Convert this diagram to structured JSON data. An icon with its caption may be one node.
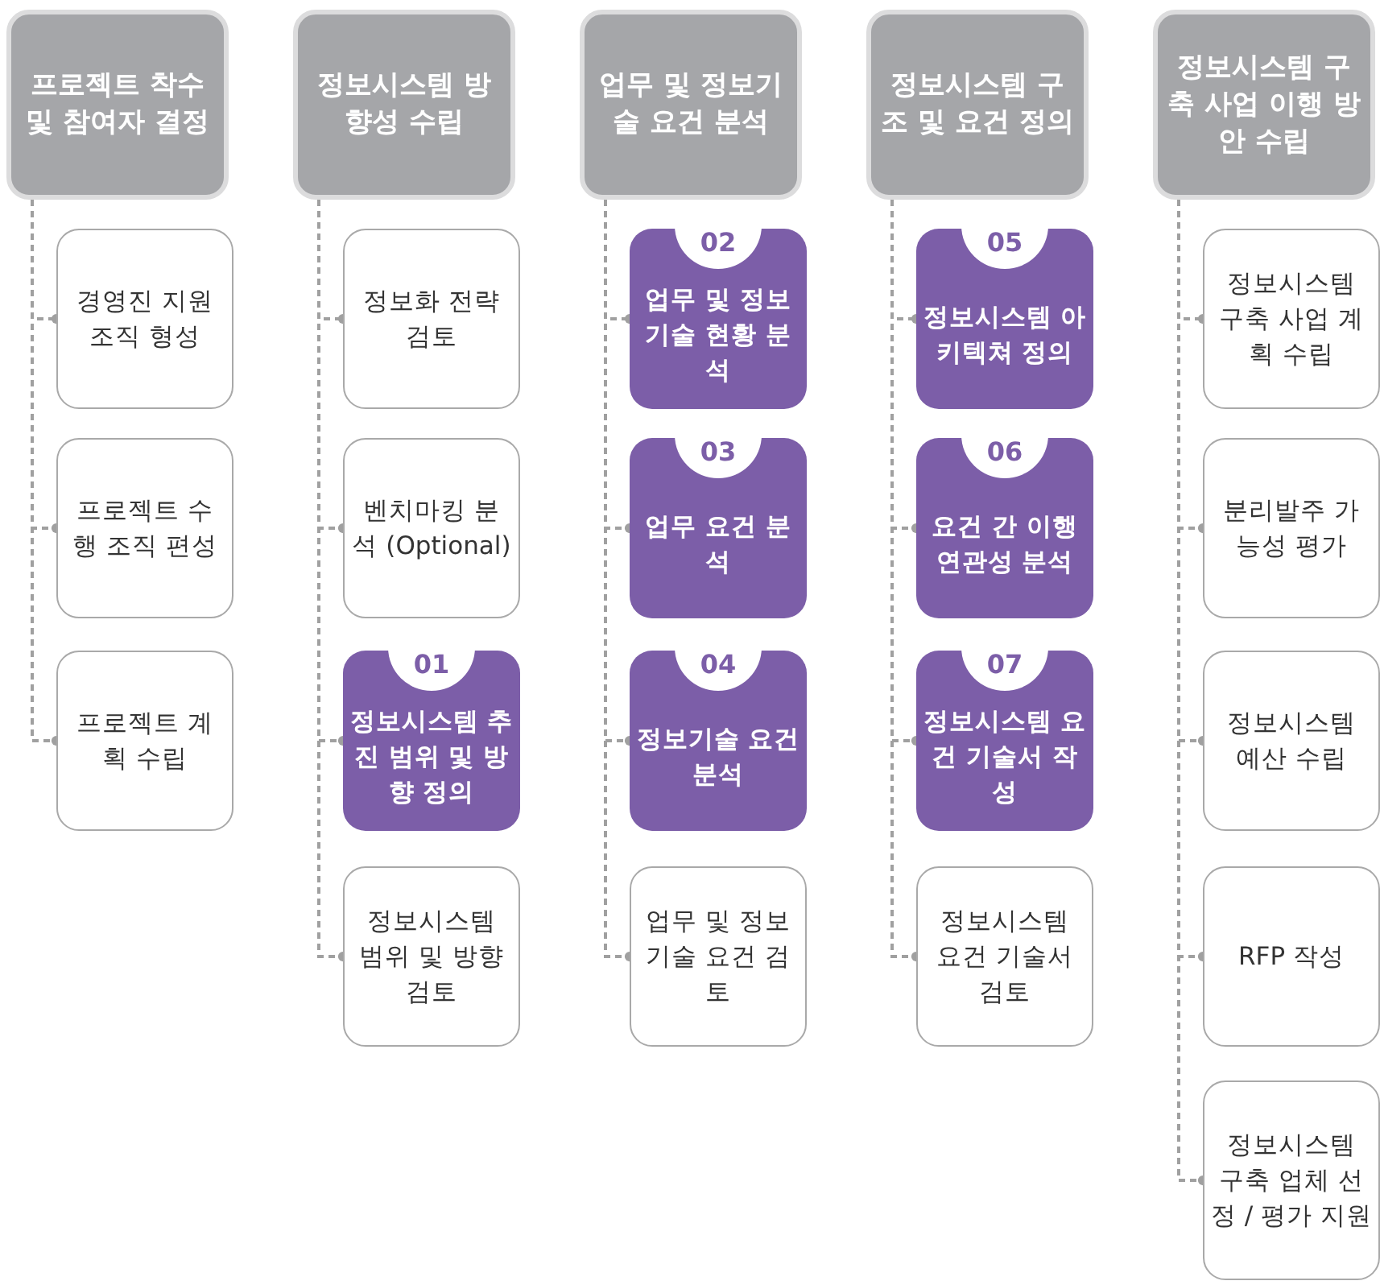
{
  "diagram": {
    "nodes": [
      {
        "text": [
          "프로젝트 착수 및 참여자 결정"
        ]
      },
      {
        "text": [
          "경영진 지원조직 형성"
        ]
      },
      {
        "text": [
          "프로젝트 수행 조직 편성"
        ]
      },
      {
        "text": [
          "프로젝트 계획 수립"
        ]
      },
      {
        "text": [
          "정보시스템 방향성 수립"
        ]
      },
      {
        "text": [
          "정보화 전략 검토"
        ]
      },
      {
        "text": [
          "벤치마킹 분석 (Optional)"
        ]
      },
      {
        "text": [
          "01",
          "정보시스템 추진 범위 및 방향 정의"
        ]
      },
      {
        "text": [
          "정보시스템 범위 및 방향 검토"
        ]
      },
      {
        "text": [
          "업무 및 정보기술 요건 분석"
        ]
      },
      {
        "text": [
          "02",
          "업무 및 정보기술 현황 분석"
        ]
      },
      {
        "text": [
          "03",
          "업무 요건 분석"
        ]
      },
      {
        "text": [
          "04",
          "정보기술 요건 분석"
        ]
      },
      {
        "text": [
          "업무 및 정보기술 요건 검토"
        ]
      },
      {
        "text": [
          "정보시스템 구조 및 요건 정의"
        ]
      },
      {
        "text": [
          "05",
          "정보시스템 아키텍쳐 정의"
        ]
      },
      {
        "text": [
          "06",
          "요건 간 이행 연관성 분석"
        ]
      },
      {
        "text": [
          "07",
          "정보시스템 요건 기술서 작성"
        ]
      },
      {
        "text": [
          "정보시스템 요건 기술서 검토"
        ]
      },
      {
        "text": [
          "정보시스템 구축 사업 이행 방안 수립"
        ]
      },
      {
        "text": [
          "정보시스템 구축 사업 계획 수립"
        ]
      },
      {
        "text": [
          "분리발주 가능성 평가"
        ]
      },
      {
        "text": [
          "정보시스템 예산 수립"
        ]
      },
      {
        "text": [
          "RFP 작성"
        ]
      },
      {
        "text": [
          "정보시스템 구축 업체 선정 / 평가 지원"
        ]
      }
    ],
    "edges": [
      {
        "from": 0,
        "to": 1,
        "arrow": "other",
        "style": "dashed"
      },
      {
        "from": 0,
        "to": 2,
        "arrow": "other",
        "style": "dashed"
      },
      {
        "from": 0,
        "to": 3,
        "arrow": "other",
        "style": "dashed"
      },
      {
        "from": 4,
        "to": 5,
        "arrow": "other",
        "style": "dashed"
      },
      {
        "from": 4,
        "to": 6,
        "arrow": "other",
        "style": "dashed"
      },
      {
        "from": 4,
        "to": 7,
        "arrow": "other",
        "style": "dashed"
      },
      {
        "from": 4,
        "to": 8,
        "arrow": "other",
        "style": "dashed"
      },
      {
        "from": 9,
        "to": 10,
        "arrow": "other",
        "style": "dashed"
      },
      {
        "from": 9,
        "to": 11,
        "arrow": "other",
        "style": "dashed"
      },
      {
        "from": 9,
        "to": 12,
        "arrow": "other",
        "style": "dashed"
      },
      {
        "from": 9,
        "to": 13,
        "arrow": "other",
        "style": "dashed"
      },
      {
        "from": 14,
        "to": 15,
        "arrow": "other",
        "style": "dashed"
      },
      {
        "from": 14,
        "to": 16,
        "arrow": "other",
        "style": "dashed"
      },
      {
        "from": 14,
        "to": 17,
        "arrow": "other",
        "style": "dashed"
      },
      {
        "from": 14,
        "to": 18,
        "arrow": "other",
        "style": "dashed"
      },
      {
        "from": 19,
        "to": 20,
        "arrow": "other",
        "style": "dashed"
      },
      {
        "from": 19,
        "to": 21,
        "arrow": "other",
        "style": "dashed"
      },
      {
        "from": 19,
        "to": 22,
        "arrow": "other",
        "style": "dashed"
      },
      {
        "from": 19,
        "to": 23,
        "arrow": "other",
        "style": "dashed"
      },
      {
        "from": 19,
        "to": 24,
        "arrow": "other",
        "style": "dashed"
      }
    ]
  }
}
